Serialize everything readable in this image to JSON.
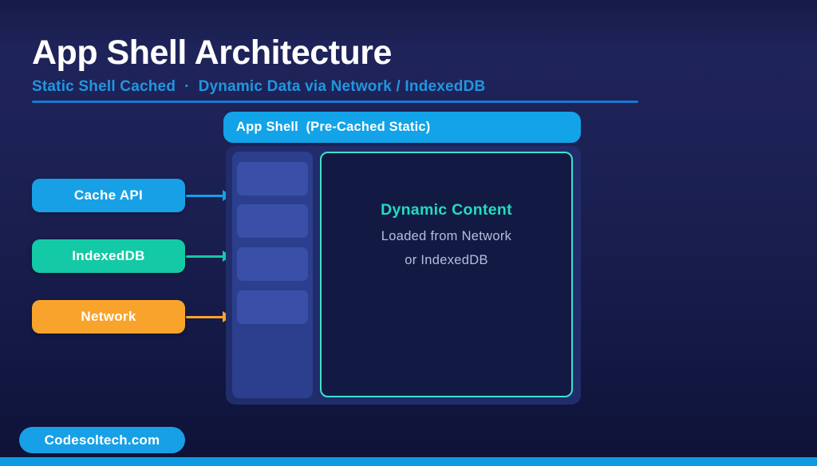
{
  "page": {
    "title": "App Shell Architecture",
    "subtitle": "Static Shell Cached  ·  Dynamic Data via Network / IndexedDB"
  },
  "diagram": {
    "shell_header_label": "App Shell  (Pre-Cached Static)",
    "sources": [
      {
        "label": "Cache API",
        "color": "#18a0e6"
      },
      {
        "label": "IndexedDB",
        "color": "#14c9a6"
      },
      {
        "label": "Network",
        "color": "#f8a42c"
      }
    ],
    "static_shell": {
      "block_count": 4
    },
    "dynamic_content": {
      "heading": "Dynamic Content",
      "line1": "Loaded from Network",
      "line2": "or IndexedDB"
    }
  },
  "footer": {
    "watermark": "Codesoltech.com"
  },
  "colors": {
    "background_top": "#1e2359",
    "background_bottom": "#0e1236",
    "accent_blue": "#18a0e6",
    "accent_teal": "#14c9a6",
    "accent_orange": "#f8a42c",
    "panel_bg": "#212d6b",
    "sidebar_bg": "#2c3f8e",
    "block_bg": "#3a50a8",
    "dynamic_box_bg": "#121a44",
    "dynamic_border": "#3de3cb",
    "dynamic_heading_text": "#24dcbd",
    "body_text": "#b4bede",
    "underline": "#1878d2",
    "subtitle_text": "#2196e0"
  }
}
